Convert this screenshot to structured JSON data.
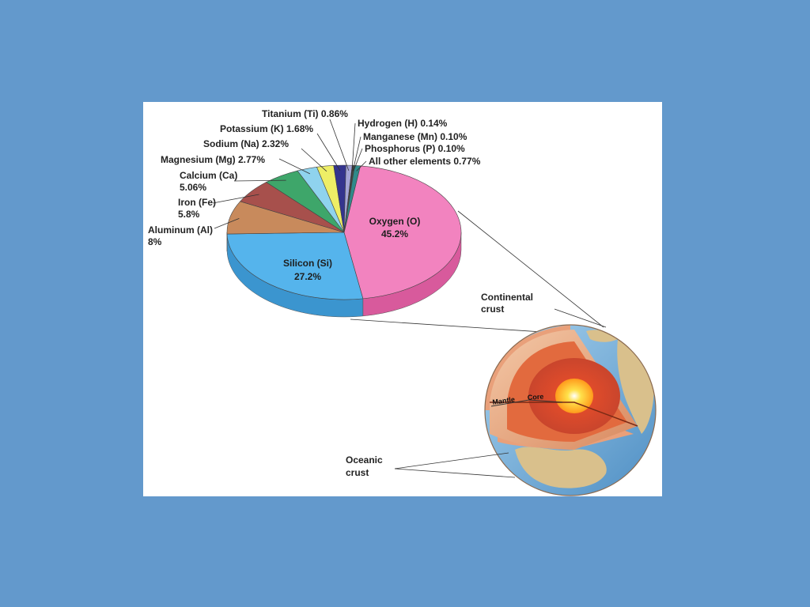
{
  "chart_data": {
    "type": "pie",
    "title": "",
    "slices": [
      {
        "label": "Oxygen (O)",
        "value_text": "45.2%",
        "value": 45.2,
        "color": "#f283bf",
        "side": "#d85a9c"
      },
      {
        "label": "Silicon (Si)",
        "value_text": "27.2%",
        "value": 27.2,
        "color": "#55b4ec",
        "side": "#3b95cf"
      },
      {
        "label": "Aluminum (Al)",
        "value_text": "8%",
        "value": 8,
        "color": "#c88a5c",
        "side": "#a86c40"
      },
      {
        "label": "Iron (Fe)",
        "value_text": "5.8%",
        "value": 5.8,
        "color": "#a7504c",
        "side": "#853a36"
      },
      {
        "label": "Calcium (Ca)",
        "value_text": "5.06%",
        "value": 5.06,
        "color": "#3ea66a",
        "side": "#2a7e4e"
      },
      {
        "label": "Magnesium (Mg)",
        "value_text": "2.77%",
        "value": 2.77,
        "color": "#8fd3ee",
        "side": "#6aaecc"
      },
      {
        "label": "Sodium (Na)",
        "value_text": "2.32%",
        "value": 2.32,
        "color": "#eeee66",
        "side": "#c9c944"
      },
      {
        "label": "Potassium (K)",
        "value_text": "1.68%",
        "value": 1.68,
        "color": "#34348e",
        "side": "#22226a"
      },
      {
        "label": "Titanium (Ti)",
        "value_text": "0.86%",
        "value": 0.86,
        "color": "#a4a4d6",
        "side": "#8484b4"
      },
      {
        "label": "Hydrogen (H)",
        "value_text": "0.14%",
        "value": 0.14,
        "color": "#222222",
        "side": "#111111"
      },
      {
        "label": "Manganese (Mn)",
        "value_text": "0.10%",
        "value": 0.1,
        "color": "#555555",
        "side": "#333333"
      },
      {
        "label": "Phosphorus (P)",
        "value_text": "0.10%",
        "value": 0.1,
        "color": "#1c5a34",
        "side": "#123d23"
      },
      {
        "label": "All other elements",
        "value_text": "0.77%",
        "value": 0.77,
        "color": "#2f8a8a",
        "side": "#206666"
      }
    ]
  },
  "diagram": {
    "continental_label": "Continental crust",
    "oceanic_label": "Oceanic crust",
    "mantle_label": "Mantle",
    "core_label": "Core"
  },
  "colors": {
    "background": "#6399cc",
    "panel": "#ffffff"
  }
}
